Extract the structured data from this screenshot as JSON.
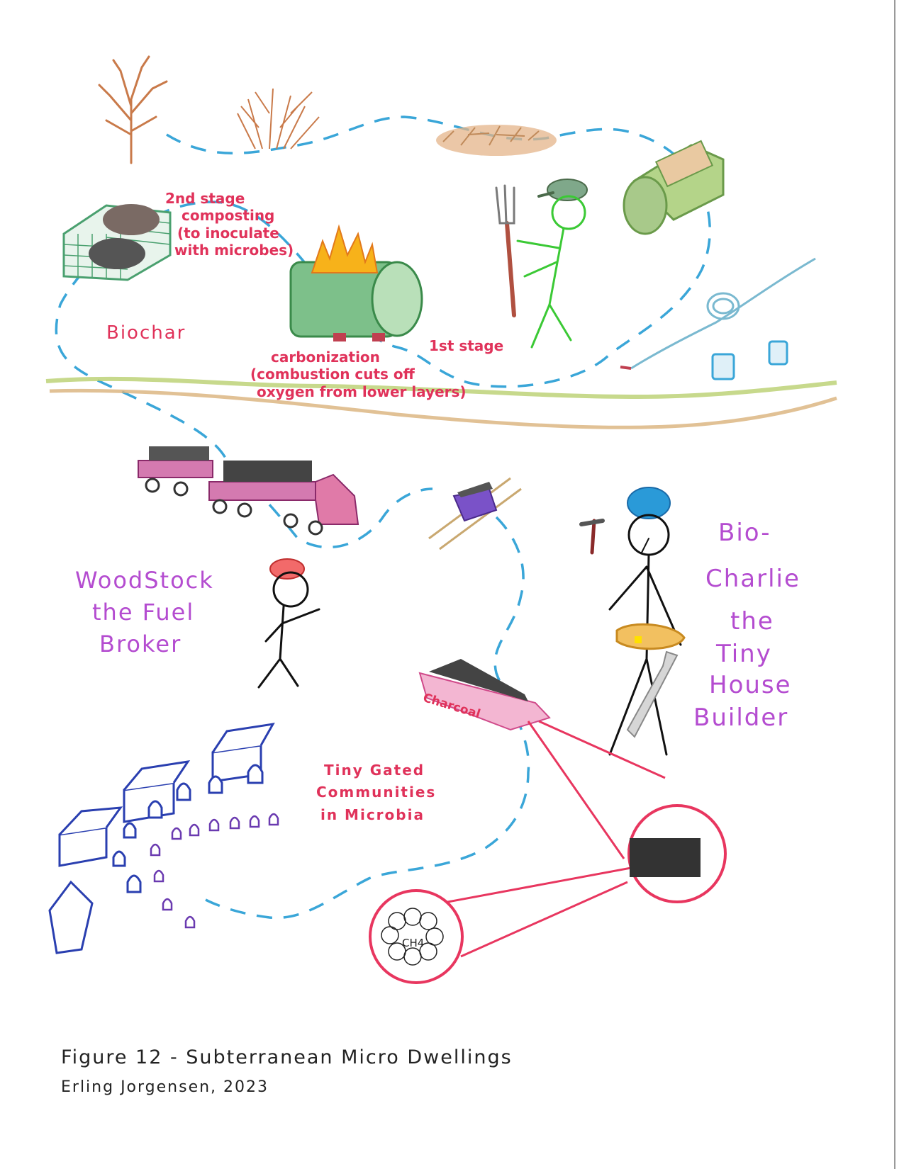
{
  "labels": {
    "stage2_line1": "2nd stage",
    "stage2_line2": "composting",
    "stage2_line3": "(to inoculate",
    "stage2_line4": "with microbes)",
    "biochar": "Biochar",
    "stage1": "1st stage",
    "carb_line1": "carbonization",
    "carb_line2": "(combustion cuts off",
    "carb_line3": "oxygen from lower layers)",
    "woodstock_line1": "WoodStock",
    "woodstock_line2": "the Fuel",
    "woodstock_line3": "Broker",
    "charlie_line1": "Bio-",
    "charlie_line2": "Charlie",
    "charlie_line3": "the",
    "charlie_line4": "Tiny",
    "charlie_line5": "House",
    "charlie_line6": "Builder",
    "charcoal_bin": "Charcoal",
    "communities_line1": "Tiny Gated",
    "communities_line2": "Communities",
    "communities_line3": "in Microbia",
    "molecule": "CH4"
  },
  "caption": {
    "title": "Figure 12 - Subterranean Micro Dwellings",
    "author": "Erling Jorgensen, 2023"
  },
  "colors": {
    "path_dashes": "#3aa6d8",
    "label_red": "#e0325a",
    "label_magenta": "#b44cd0",
    "ground_green": "#b9cf6f",
    "ground_tan": "#d9b27a",
    "houses_blue": "#2a3fb0",
    "droplets_purple": "#6a3ab0",
    "lens_pink": "#e8365f"
  }
}
